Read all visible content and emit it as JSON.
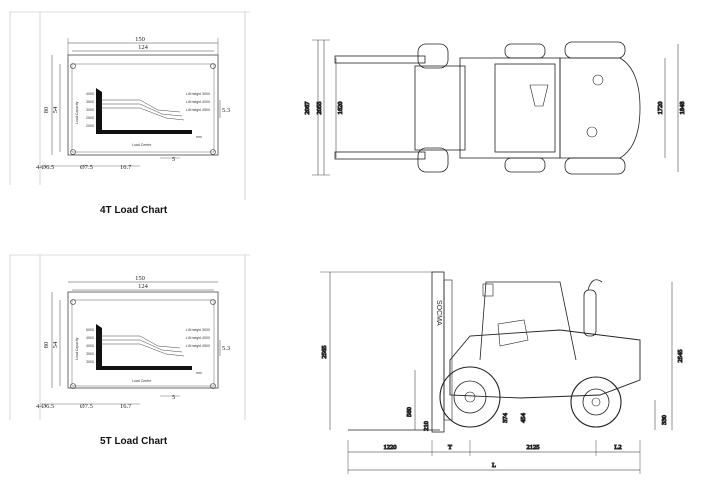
{
  "charts": [
    {
      "caption": "4T Load Chart",
      "dims": {
        "outer": "150",
        "inner": "124",
        "left_outer": "80",
        "left_inner": "54",
        "right": "5.3",
        "hole_a": "4-Ø6.5",
        "hole_b": "Ø7.5",
        "bottom_left": "16.7",
        "bottom_right": "5"
      },
      "labels": {
        "ylabel": "Load Capacity",
        "xlabel": "Load Centre",
        "rows": [
          "4000",
          "3500",
          "3000",
          "2500",
          "2000"
        ],
        "legend": [
          "Lift height 3000",
          "Lift height 4000",
          "Lift height 4500"
        ],
        "mm": "mm"
      }
    },
    {
      "caption": "5T Load Chart",
      "dims": {
        "outer": "150",
        "inner": "124",
        "left_outer": "80",
        "left_inner": "54",
        "right": "5.3",
        "hole_a": "4-Ø6.5",
        "hole_b": "Ø7.5",
        "bottom_left": "16.7",
        "bottom_right": "5"
      },
      "labels": {
        "ylabel": "Load Capacity",
        "xlabel": "Load Centre",
        "rows": [
          "5000",
          "4500",
          "4000",
          "3500",
          "3000"
        ],
        "legend": [
          "Lift height 3000",
          "Lift height 4000",
          "Lift height 4500"
        ],
        "mm": "mm"
      }
    }
  ],
  "top_view": {
    "left_dims": [
      "2067",
      "2055",
      "1620"
    ],
    "right_dims": [
      "1720",
      "1848"
    ]
  },
  "side_view": {
    "brand": "SOCMA",
    "left_dims": [
      "2565",
      "560",
      "210",
      "374",
      "454"
    ],
    "right_dims": [
      "2545",
      "330"
    ],
    "bottom_dims": [
      "1220",
      "T",
      "2125",
      "L2"
    ],
    "overall": "L"
  }
}
